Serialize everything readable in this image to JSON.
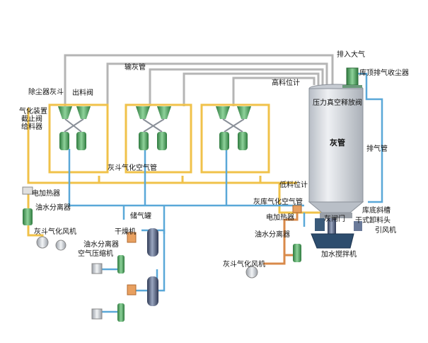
{
  "labels": {
    "exhaust_to_air": "排入大气",
    "roof_dust_collector": "库顶排气收尘器",
    "ash_pipe": "输灰管",
    "dust_collector_hopper": "除尘器灰斗",
    "outlet_valve": "出料阀",
    "high_level_gauge": "高料位计",
    "pressure_vacuum_valve": "压力真空释放阀",
    "fluidizing_device": "气化装置",
    "shutoff_valve": "截止阀",
    "feeder": "给料器",
    "silo": "灰管",
    "exhaust_pipe": "排气管",
    "hopper_fluidizing_air_pipe": "灰斗气化空气管",
    "low_level_gauge": "低料位计",
    "electric_heater_left": "电加热器",
    "oil_water_separator_left": "油水分离器",
    "silo_fluidizing_air_pipe": "灰库气化空气管",
    "silo_bottom_chute": "库底斜槽",
    "electric_heater_right": "电加热器",
    "ash_gate": "灰闸门",
    "dry_unloader_head": "干式卸料头",
    "hopper_fluidizing_fan_left": "灰斗气化风机",
    "air_receiver": "储气罐",
    "induced_draft_fan": "引风机",
    "oil_water_separator_right": "油水分离器",
    "dryer": "干燥机",
    "oil_water_separator_mid": "油水分离器",
    "air_compressor": "空气压缩机",
    "hopper_fluidizing_fan_right": "灰斗气化风机",
    "mixer": "加水搅拌机"
  },
  "colors": {
    "ash_pipe": "#b5b5b5",
    "fluidizing_air": "#f0c24a",
    "compressed_air": "#5aa8d8",
    "heated_air": "#d98a4a",
    "exhaust": "#5aa8d8",
    "equipment_green": "#4a9a5a",
    "equipment_dark": "#4a5a7a",
    "silo_body": "#d8dce2"
  }
}
